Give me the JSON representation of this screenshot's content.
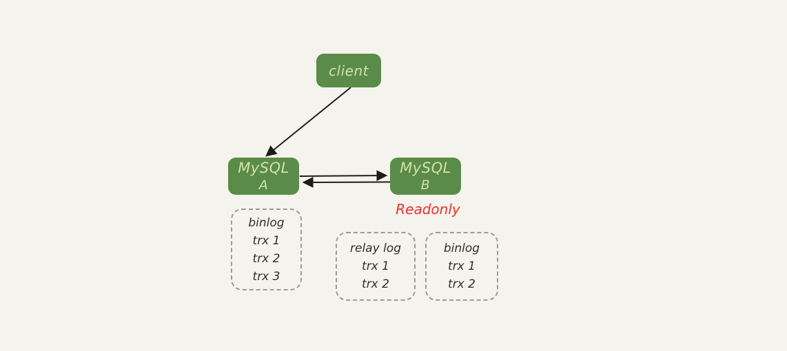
{
  "colors": {
    "background": "#f4f3ee",
    "node_fill": "#5b8b49",
    "node_text": "#cfe3a4",
    "readonly_text": "#ee2e28",
    "arrow": "#1c1c1a",
    "dashed_border": "#9b9b97",
    "log_text": "#2f2f2c"
  },
  "nodes": {
    "client": {
      "label": "client"
    },
    "mysql_a": {
      "name": "MySQL",
      "suffix": "A"
    },
    "mysql_b": {
      "name": "MySQL",
      "suffix": "B"
    }
  },
  "labels": {
    "readonly": "Readonly"
  },
  "logs": {
    "binlog_a": {
      "title": "binlog",
      "items": [
        "trx 1",
        "trx 2",
        "trx 3"
      ]
    },
    "relay_log_b": {
      "title": "relay log",
      "items": [
        "trx 1",
        "trx 2"
      ]
    },
    "binlog_b": {
      "title": "binlog",
      "items": [
        "trx 1",
        "trx 2"
      ]
    }
  }
}
